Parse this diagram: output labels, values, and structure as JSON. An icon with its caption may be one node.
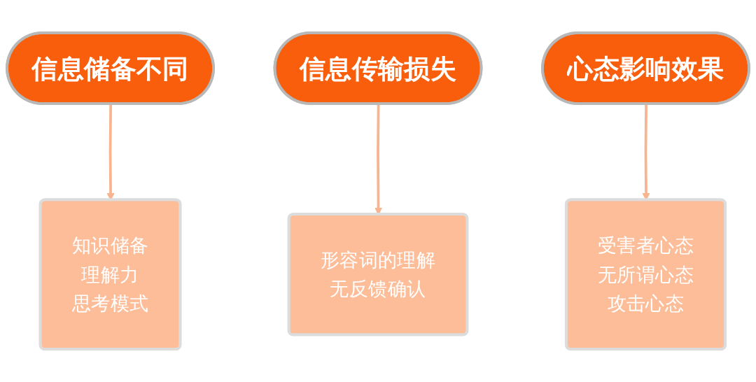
{
  "diagram": {
    "nodes": [
      {
        "text": [
          "信息储备不同"
        ]
      },
      {
        "text": [
          "信息传输损失"
        ]
      },
      {
        "text": [
          "心态影响效果"
        ]
      },
      {
        "text": [
          "知识储备",
          "理解力",
          "思考模式"
        ]
      },
      {
        "text": [
          "形容词的理解",
          "无反馈确认"
        ]
      },
      {
        "text": [
          "受害者心态",
          "无所谓心态",
          "攻击心态"
        ]
      }
    ],
    "edges": [
      {
        "from": 0,
        "to": 3,
        "arrow": "to"
      },
      {
        "from": 1,
        "to": 4,
        "arrow": "to"
      },
      {
        "from": 2,
        "to": 5,
        "arrow": "to"
      }
    ]
  }
}
